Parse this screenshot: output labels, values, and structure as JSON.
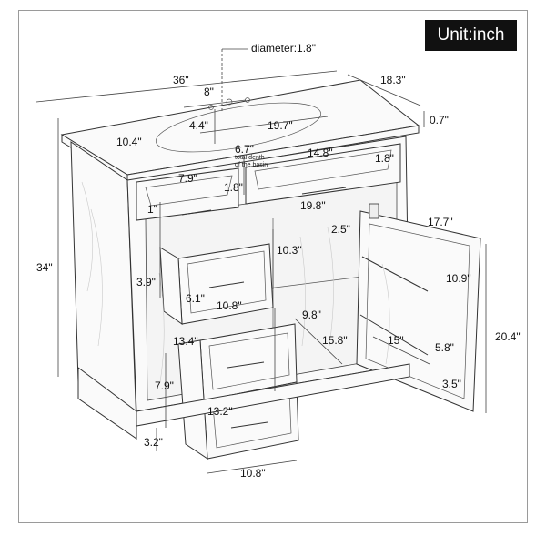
{
  "unit_badge": "Unit:inch",
  "basin_note": [
    "total denth",
    "of the basin"
  ],
  "dimensions": [
    "diameter:1.8\"",
    "36\"",
    "18.3\"",
    "8\"",
    "4.4\"",
    "19.7\"",
    "0.7\"",
    "10.4\"",
    "6.7\"",
    "14.8\"",
    "1.8\"",
    "7.9\"",
    "1.8\"",
    "1\"",
    "19.8\"",
    "2.5\"",
    "17.7\"",
    "34\"",
    "10.3\"",
    "10.9\"",
    "3.9\"",
    "6.1\"",
    "10.8\"",
    "9.8\"",
    "13.4\"",
    "15.8\"",
    "15\"",
    "5.8\"",
    "20.4\"",
    "7.9\"",
    "3.5\"",
    "13.2\"",
    "3.2\"",
    "10.8\""
  ],
  "colors": {
    "line": "#333333",
    "badge_bg": "#111111",
    "badge_text": "#ffffff",
    "frame": "#9a9a9a"
  }
}
